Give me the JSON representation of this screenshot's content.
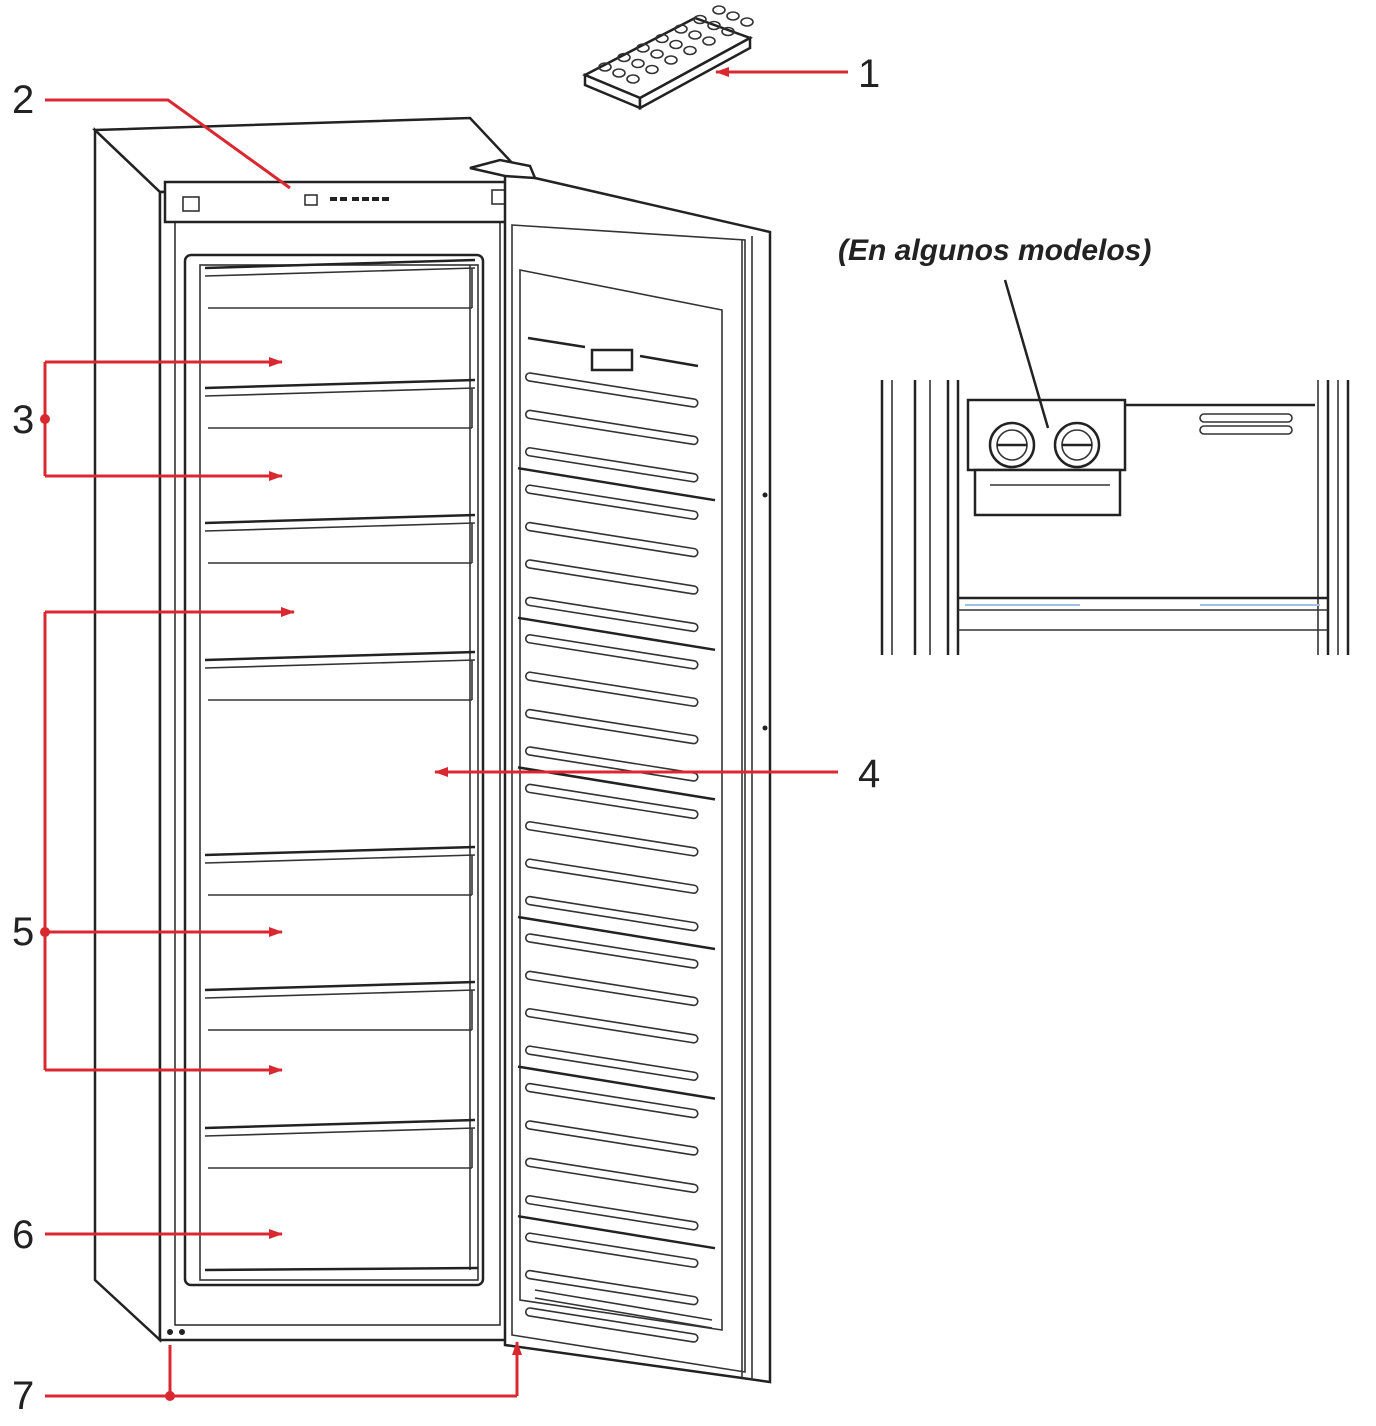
{
  "note": "(En algunos modelos)",
  "callouts": [
    {
      "id": "1",
      "label": "1"
    },
    {
      "id": "2",
      "label": "2"
    },
    {
      "id": "3",
      "label": "3"
    },
    {
      "id": "4",
      "label": "4"
    },
    {
      "id": "5",
      "label": "5"
    },
    {
      "id": "6",
      "label": "6"
    },
    {
      "id": "7",
      "label": "7"
    }
  ],
  "colors": {
    "callout": "#d9282f",
    "outline": "#222222",
    "background": "#ffffff"
  }
}
